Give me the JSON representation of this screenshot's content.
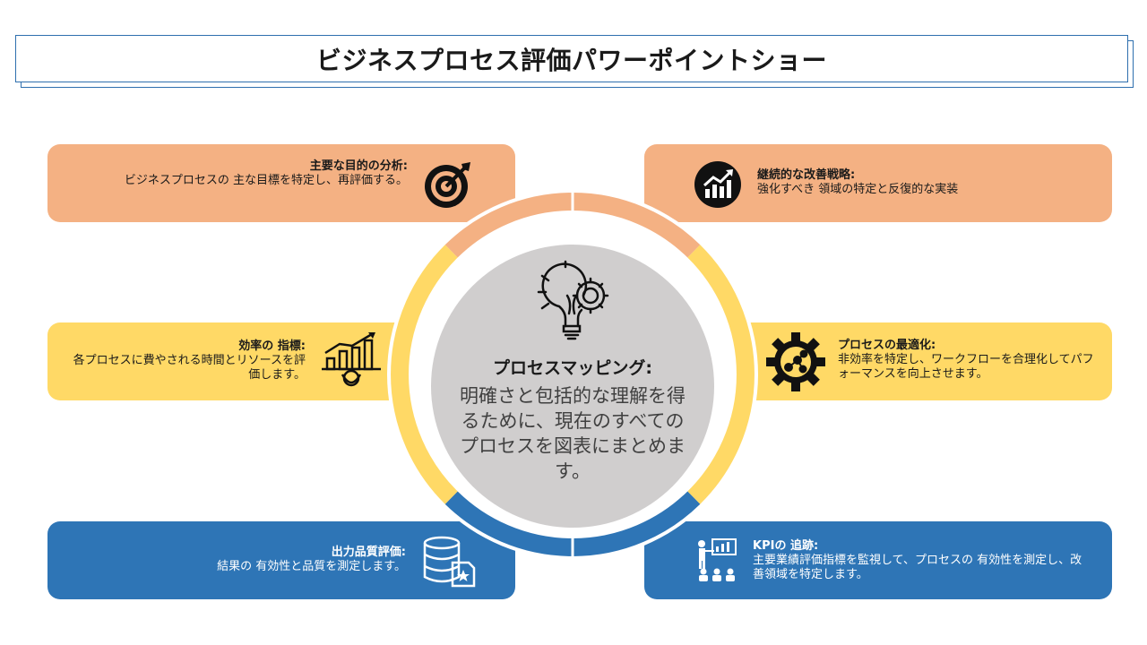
{
  "title": "ビジネスプロセス評価パワーポイントショー",
  "center": {
    "title": "プロセスマッピング:",
    "body": "明確さと包括的な理解を得るために、現在のすべてのプロセスを図表にまとめます。",
    "icon": "lightbulb-gear-icon"
  },
  "cards": [
    {
      "id": "top-left",
      "title": "主要な目的の分析:",
      "desc": "ビジネスプロセスの 主な目標を特定し、再評価する。",
      "icon": "target-icon",
      "color": "#f4b183"
    },
    {
      "id": "top-right",
      "title": "継続的な改善戦略:",
      "desc": "強化すべき 領域の特定と反復的な実装",
      "icon": "growth-chart-icon",
      "color": "#f4b183"
    },
    {
      "id": "mid-left",
      "title": "効率の 指標:",
      "desc": "各プロセスに費やされる時間とリソースを評価します。",
      "icon": "bar-chart-gear-icon",
      "color": "#ffd966"
    },
    {
      "id": "mid-right",
      "title": "プロセスの最適化:",
      "desc": "非効率を特定し、ワークフローを合理化してパフォーマンスを向上させます。",
      "icon": "network-gear-icon",
      "color": "#ffd966"
    },
    {
      "id": "bottom-left",
      "title": "出力品質評価:",
      "desc": "結果の 有効性と品質を測定します。",
      "icon": "database-star-icon",
      "color": "#2e75b6"
    },
    {
      "id": "bottom-right",
      "title": "KPIの 追跡:",
      "desc": "主要業績評価指標を監視して、プロセスの 有効性を測定し、改善領域を特定します。",
      "icon": "presentation-audience-icon",
      "color": "#2e75b6"
    }
  ]
}
